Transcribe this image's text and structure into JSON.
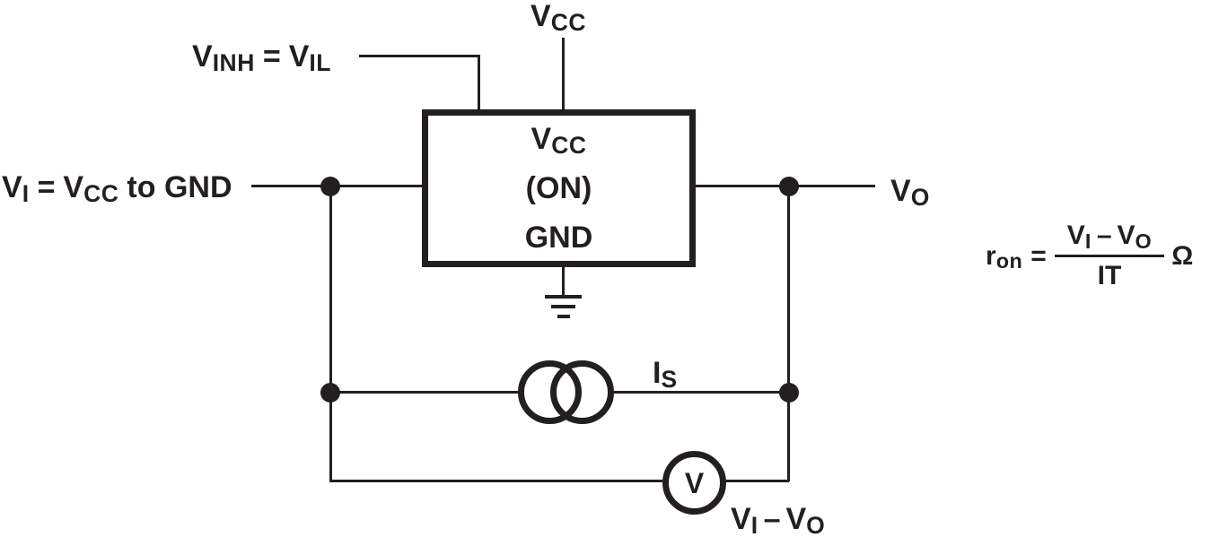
{
  "colors": {
    "ink": "#231F20",
    "background": "#FFFFFF"
  },
  "labels": {
    "supply_top": {
      "base": "V",
      "sub": "CC"
    },
    "inhibit": {
      "base1": "V",
      "sub1": "INH",
      "equals": "=",
      "base2": "V",
      "sub2": "IL"
    },
    "input": {
      "base1": "V",
      "sub1": "I",
      "equals": "=",
      "base2": "V",
      "sub2": "CC",
      "suffix": "to GND"
    },
    "dut": {
      "line1_base": "V",
      "line1_sub": "CC",
      "line2": "(ON)",
      "line3": "GND"
    },
    "output": {
      "base": "V",
      "sub": "O"
    },
    "source_current": {
      "base": "I",
      "sub": "S"
    },
    "voltmeter": "V",
    "meter_reading": {
      "base1": "V",
      "sub1": "I",
      "minus": "–",
      "base2": "V",
      "sub2": "O"
    }
  },
  "equation": {
    "lhs_base": "r",
    "lhs_sub": "on",
    "equals": "=",
    "numerator": {
      "base1": "V",
      "sub1": "I",
      "minus": "–",
      "base2": "V",
      "sub2": "O"
    },
    "denominator": "IT",
    "unit": "Ω"
  }
}
